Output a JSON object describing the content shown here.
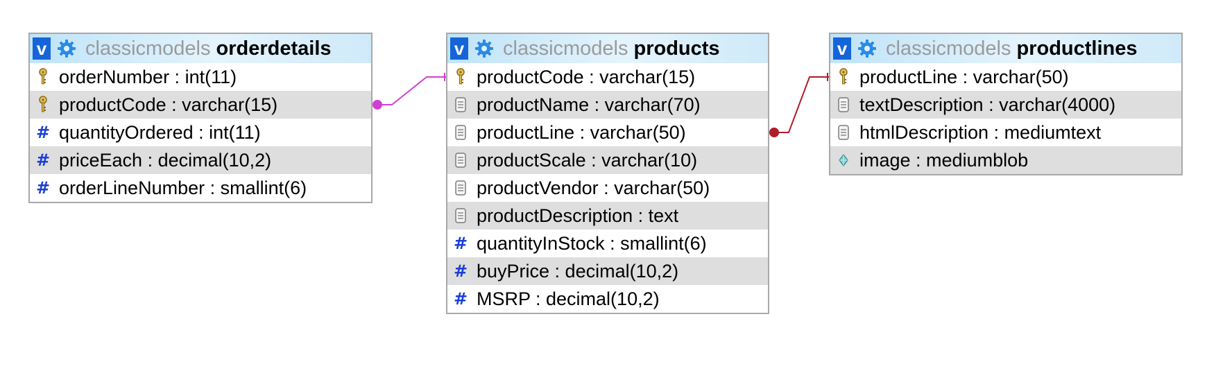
{
  "tables": [
    {
      "db": "classicmodels",
      "name": "orderdetails",
      "toggle": "v",
      "columns": [
        {
          "text": "orderNumber : int(11)",
          "icon": "key"
        },
        {
          "text": "productCode : varchar(15)",
          "icon": "key"
        },
        {
          "text": "quantityOrdered : int(11)",
          "icon": "hash"
        },
        {
          "text": "priceEach : decimal(10,2)",
          "icon": "hash"
        },
        {
          "text": "orderLineNumber : smallint(6)",
          "icon": "hash"
        }
      ]
    },
    {
      "db": "classicmodels",
      "name": "products",
      "toggle": "v",
      "columns": [
        {
          "text": "productCode : varchar(15)",
          "icon": "key"
        },
        {
          "text": "productName : varchar(70)",
          "icon": "text"
        },
        {
          "text": "productLine : varchar(50)",
          "icon": "text"
        },
        {
          "text": "productScale : varchar(10)",
          "icon": "text"
        },
        {
          "text": "productVendor : varchar(50)",
          "icon": "text"
        },
        {
          "text": "productDescription : text",
          "icon": "text"
        },
        {
          "text": "quantityInStock : smallint(6)",
          "icon": "hash"
        },
        {
          "text": "buyPrice : decimal(10,2)",
          "icon": "hash"
        },
        {
          "text": "MSRP : decimal(10,2)",
          "icon": "hash"
        }
      ]
    },
    {
      "db": "classicmodels",
      "name": "productlines",
      "toggle": "v",
      "columns": [
        {
          "text": "productLine : varchar(50)",
          "icon": "key"
        },
        {
          "text": "textDescription : varchar(4000)",
          "icon": "text"
        },
        {
          "text": "htmlDescription : mediumtext",
          "icon": "text"
        },
        {
          "text": "image : mediumblob",
          "icon": "blob"
        }
      ]
    }
  ],
  "relations": [
    {
      "from": "orderdetails.productCode",
      "to": "products.productCode",
      "color": "#d23fd0"
    },
    {
      "from": "products.productLine",
      "to": "productlines.productLine",
      "color": "#b01c2a"
    }
  ],
  "colors": {
    "header_toggle": "#1565d8",
    "gear": "#2a8be6",
    "hash": "#1a3fd6",
    "zebra": "#dedede"
  }
}
